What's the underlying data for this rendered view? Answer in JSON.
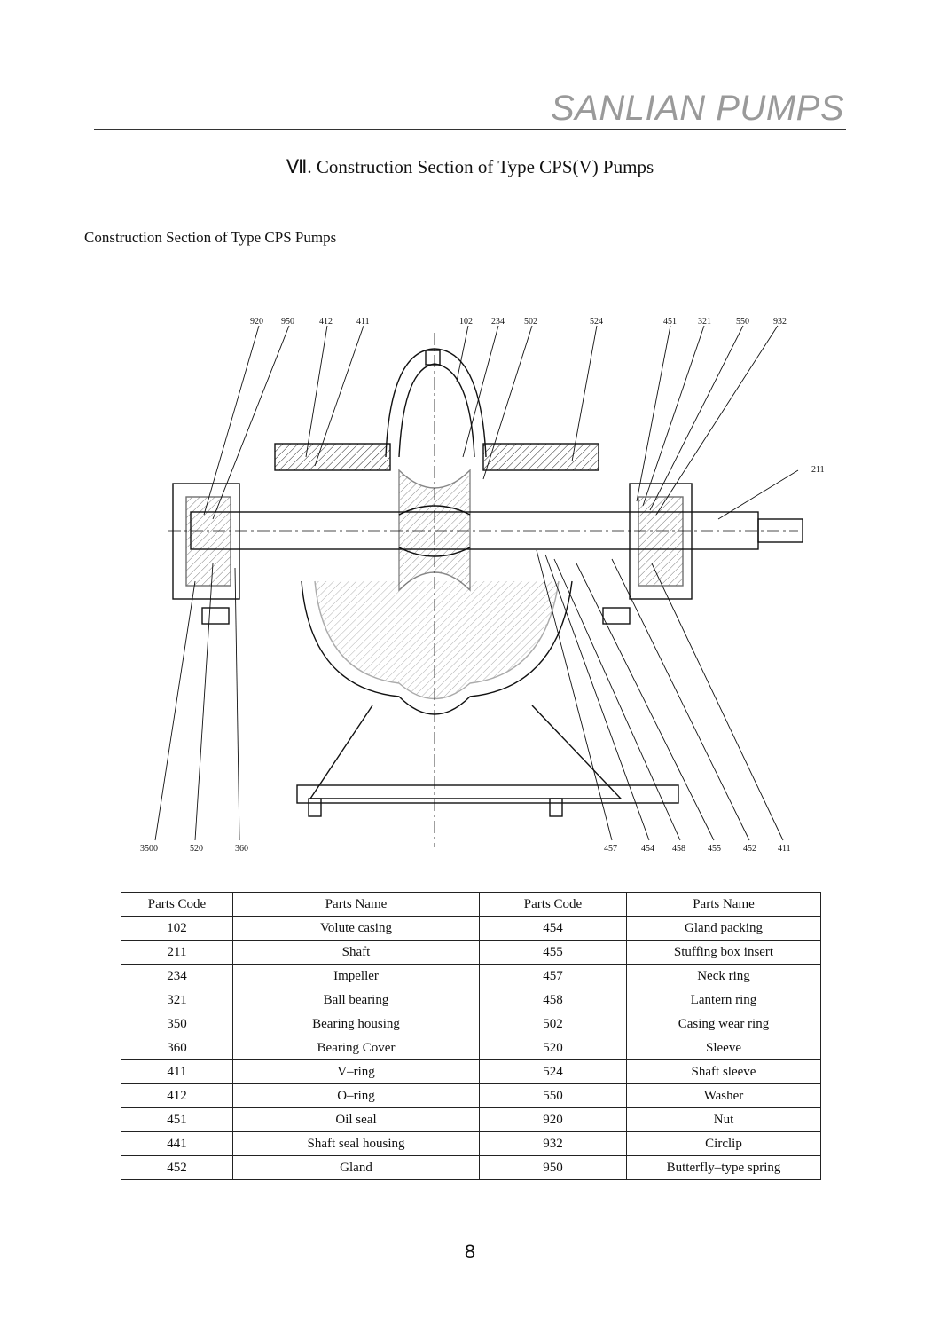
{
  "header": {
    "brand": "SANLIAN PUMPS"
  },
  "title": "Ⅶ. Construction Section of Type CPS(V) Pumps",
  "subtitle": "Construction Section of Type CPS Pumps",
  "drawing": {
    "top_callouts": [
      "920",
      "950",
      "412",
      "411",
      "102",
      "234",
      "502",
      "524",
      "451",
      "321",
      "550",
      "932"
    ],
    "side_callout": "211",
    "bottom_left_callouts": [
      "3500",
      "520",
      "360"
    ],
    "bottom_right_callouts": [
      "457",
      "454",
      "458",
      "455",
      "452",
      "411"
    ]
  },
  "table": {
    "headers": [
      "Parts Code",
      "Parts Name",
      "Parts Code",
      "Parts Name"
    ],
    "rows": [
      [
        "102",
        "Volute casing",
        "454",
        "Gland packing"
      ],
      [
        "211",
        "Shaft",
        "455",
        "Stuffing box insert"
      ],
      [
        "234",
        "Impeller",
        "457",
        "Neck ring"
      ],
      [
        "321",
        "Ball bearing",
        "458",
        "Lantern ring"
      ],
      [
        "350",
        "Bearing housing",
        "502",
        "Casing wear ring"
      ],
      [
        "360",
        "Bearing Cover",
        "520",
        "Sleeve"
      ],
      [
        "411",
        "V–ring",
        "524",
        "Shaft sleeve"
      ],
      [
        "412",
        "O–ring",
        "550",
        "Washer"
      ],
      [
        "451",
        "Oil seal",
        "920",
        "Nut"
      ],
      [
        "441",
        "Shaft seal housing",
        "932",
        "Circlip"
      ],
      [
        "452",
        "Gland",
        "950",
        "Butterfly–type spring"
      ]
    ]
  },
  "page_number": "8"
}
